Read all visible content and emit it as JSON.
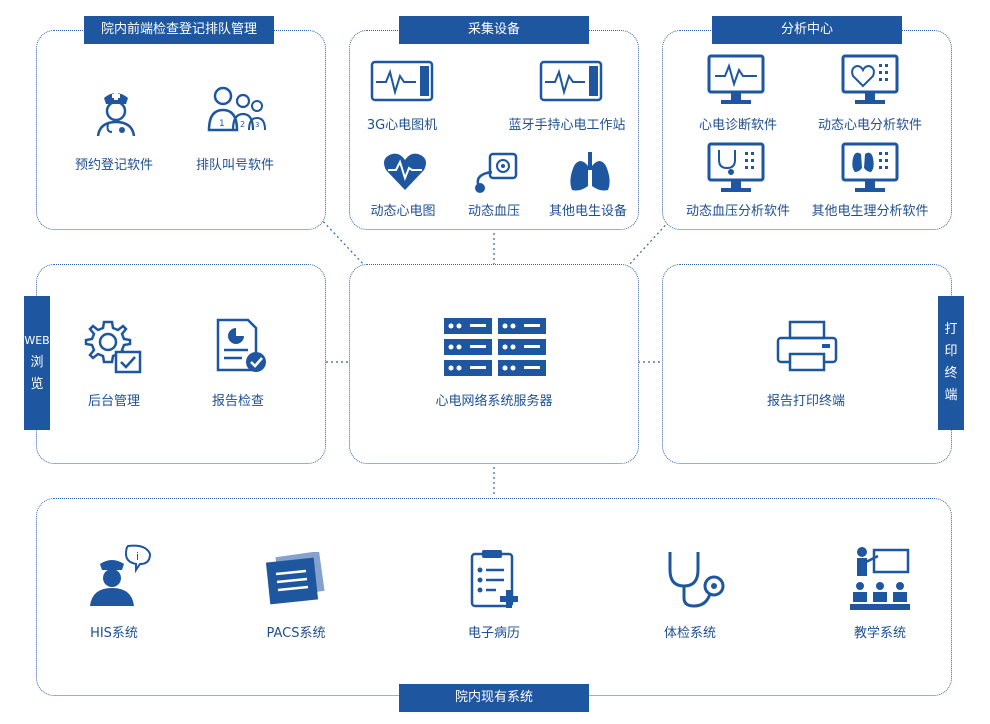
{
  "title_front": "院内前端检查登记排队管理",
  "title_collect": "采集设备",
  "title_analysis": "分析中心",
  "title_web": [
    "WEB",
    "浏",
    "览"
  ],
  "title_print": [
    "打",
    "印",
    "终",
    "端"
  ],
  "title_existing": "院内现有系统",
  "front": {
    "reg": "预约登记软件",
    "queue": "排队叫号软件"
  },
  "collect": {
    "ecg3g": "3G心电图机",
    "bt": "蓝牙手持心电工作站",
    "holter": "动态心电图",
    "abpm": "动态血压",
    "other": "其他电生设备"
  },
  "analysis": {
    "diag": "心电诊断软件",
    "holter": "动态心电分析软件",
    "bp": "动态血压分析软件",
    "other": "其他电生理分析软件"
  },
  "left": {
    "backend": "后台管理",
    "report": "报告检查"
  },
  "center": {
    "server": "心电网络系统服务器"
  },
  "right": {
    "print": "报告打印终端"
  },
  "bottom": {
    "his": "HIS系统",
    "pacs": "PACS系统",
    "emr": "电子病历",
    "exam": "体检系统",
    "teach": "教学系统"
  },
  "colors": {
    "primary": "#1f56a0",
    "line": "#2d62a8",
    "text": "#1f4f8f"
  }
}
